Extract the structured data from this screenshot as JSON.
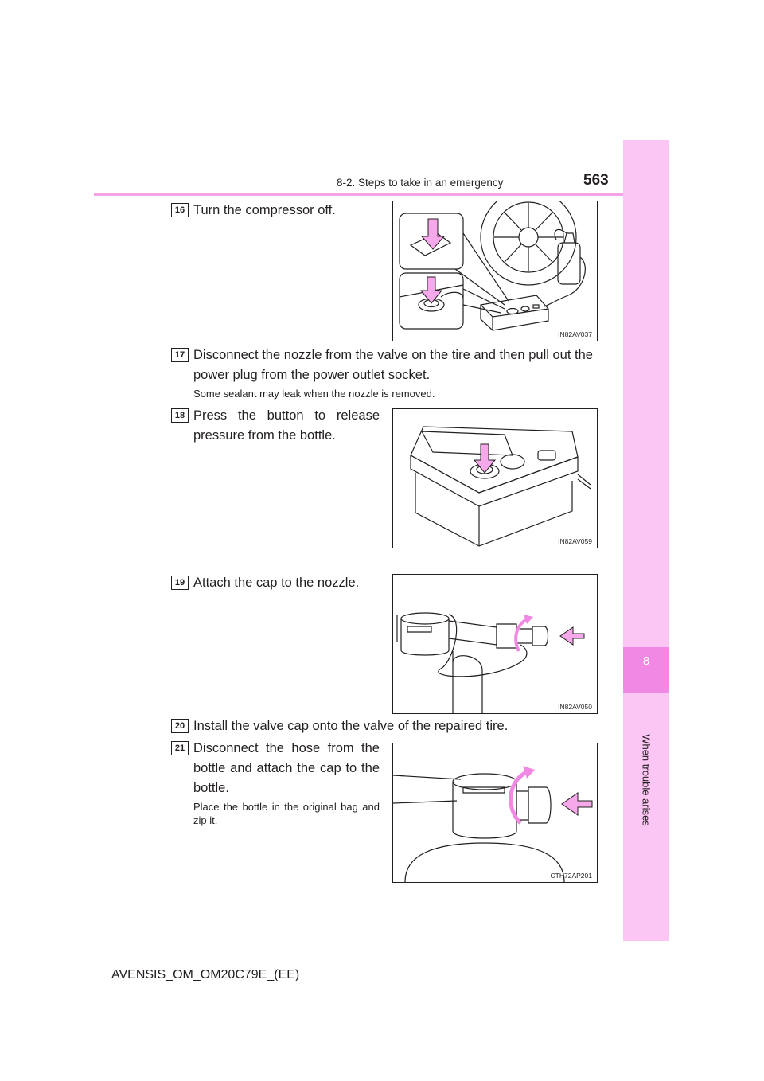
{
  "header": {
    "section_title": "8-2. Steps to take in an emergency",
    "page_number": "563"
  },
  "side_tab": {
    "chapter_number": "8",
    "chapter_title": "When trouble arises"
  },
  "steps": [
    {
      "number": "16",
      "text": "Turn the compressor off.",
      "figure_code": "IN82AV037"
    },
    {
      "number": "17",
      "text": "Disconnect the nozzle from the valve on the tire and then pull out the power plug from the power outlet socket.",
      "note": "Some sealant may leak when the nozzle is removed."
    },
    {
      "number": "18",
      "text": "Press the button to release pressure from the bottle.",
      "figure_code": "IN82AV059"
    },
    {
      "number": "19",
      "text": "Attach the cap to the nozzle.",
      "figure_code": "IN82AV050"
    },
    {
      "number": "20",
      "text": "Install the valve cap onto the valve of the repaired tire."
    },
    {
      "number": "21",
      "text": "Disconnect the hose from the bottle and attach the cap to the bottle.",
      "note": "Place the bottle in the original bag and zip it.",
      "figure_code": "CTH72AP201"
    }
  ],
  "footer": {
    "document_code": "AVENSIS_OM_OM20C79E_(EE)"
  },
  "colors": {
    "accent_pink": "#f188e3",
    "tab_pink": "#fbc6f3",
    "header_line": "#f4a3e7",
    "arrow_fill": "#f7a8ea"
  }
}
